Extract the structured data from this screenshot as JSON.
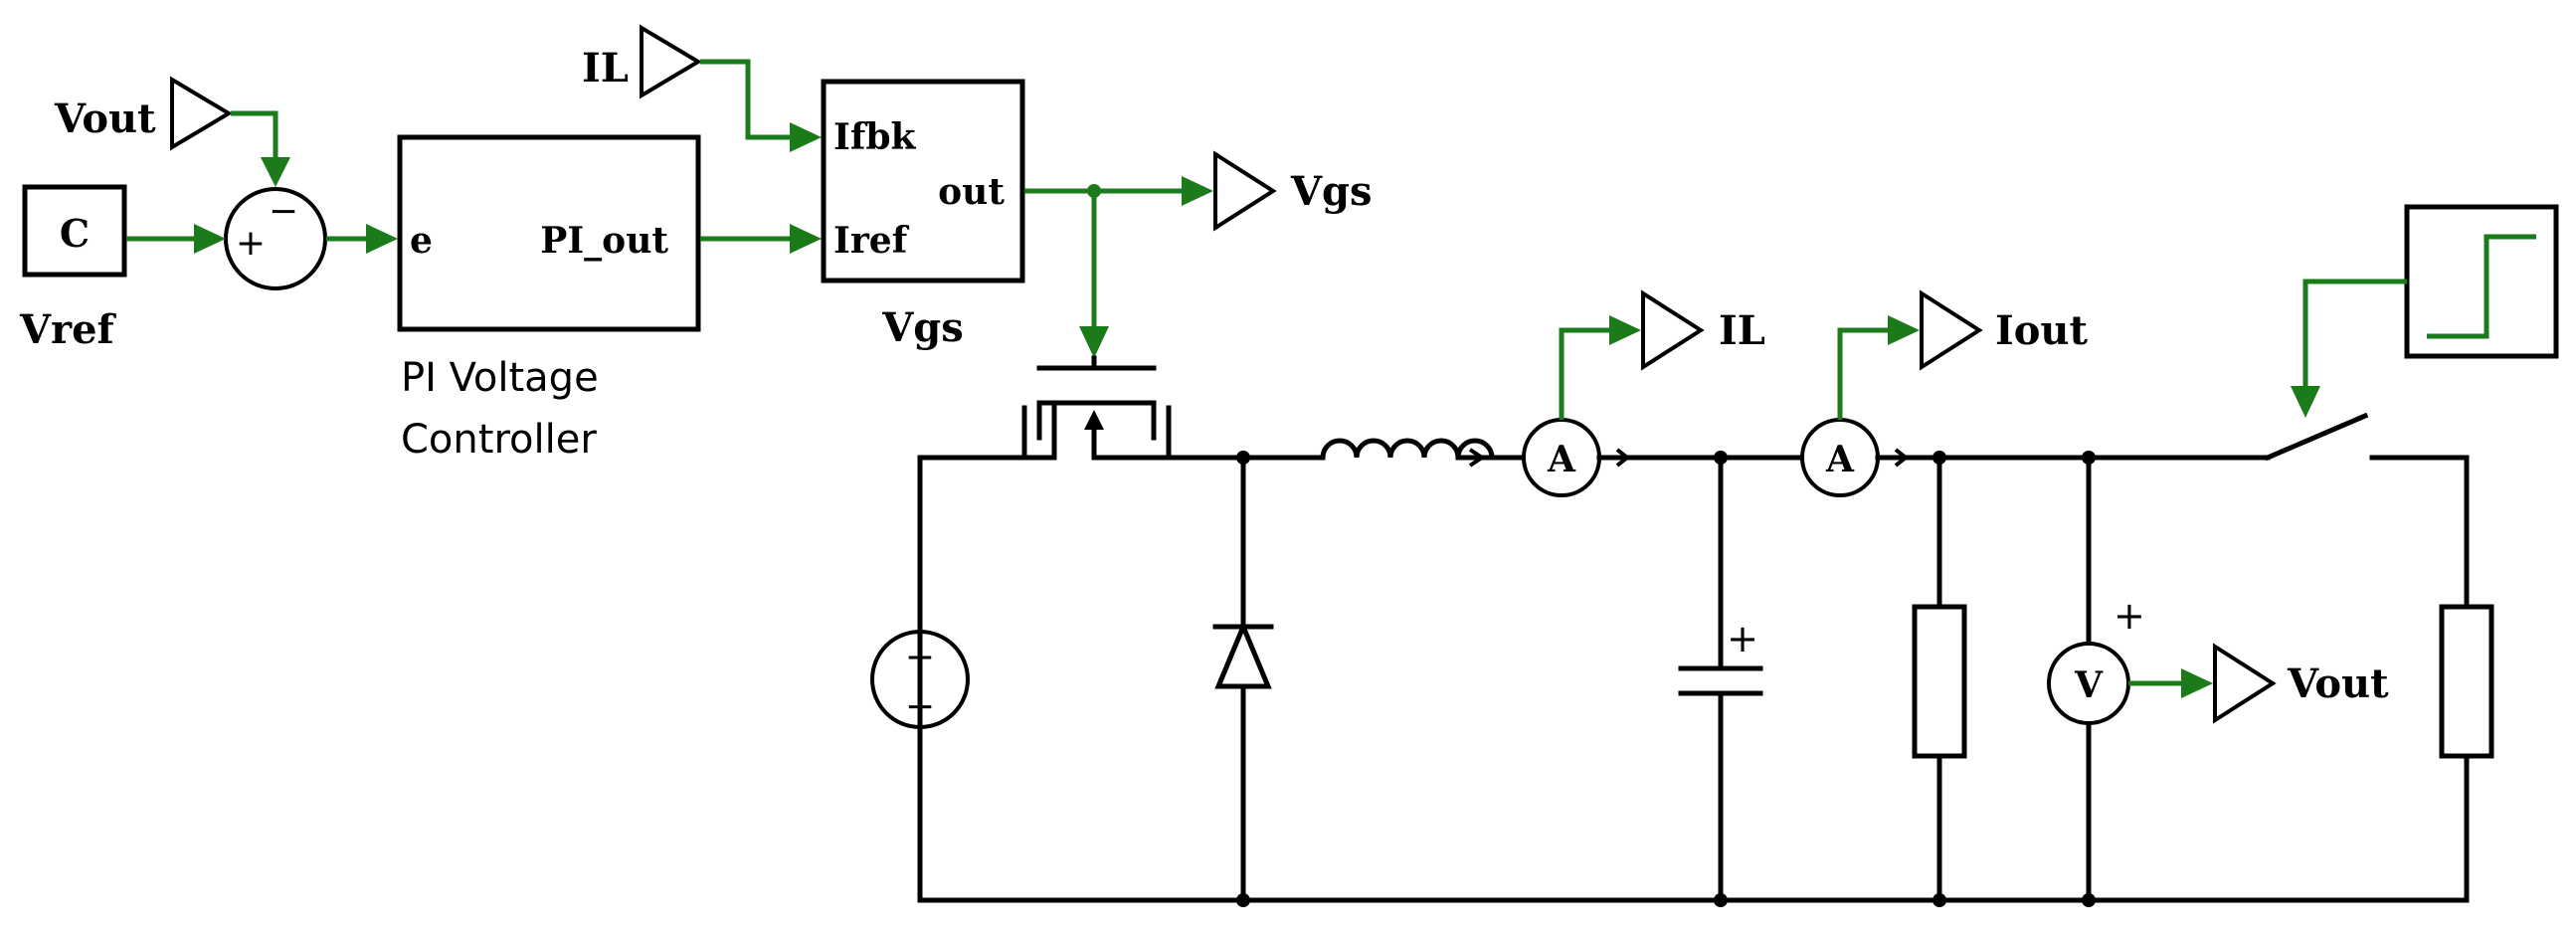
{
  "diagram": {
    "vref_block": {
      "symbol": "C",
      "label": "Vref"
    },
    "vout_in_tag": {
      "label": "Vout"
    },
    "sum_junction": {
      "plus": "+",
      "minus": "−"
    },
    "pi_block": {
      "input": "e",
      "output": "PI_out",
      "caption_line1": "PI Voltage",
      "caption_line2": "Controller"
    },
    "il_in_tag": {
      "label": "IL"
    },
    "vgs_block": {
      "in1": "Ifbk",
      "in2": "Iref",
      "out": "out",
      "caption": "Vgs"
    },
    "vgs_out_tag": {
      "label": "Vgs"
    },
    "ammeter_l": {
      "symbol": "A",
      "tag": "IL"
    },
    "ammeter_out": {
      "symbol": "A",
      "tag": "Iout"
    },
    "dc_source": {
      "plus": "+",
      "minus": "−"
    },
    "capacitor": {
      "plus": "+"
    },
    "voltmeter": {
      "symbol": "V",
      "plus": "+",
      "tag": "Vout"
    },
    "colors": {
      "signal": "#1b7b1b",
      "wire": "#000000"
    }
  }
}
